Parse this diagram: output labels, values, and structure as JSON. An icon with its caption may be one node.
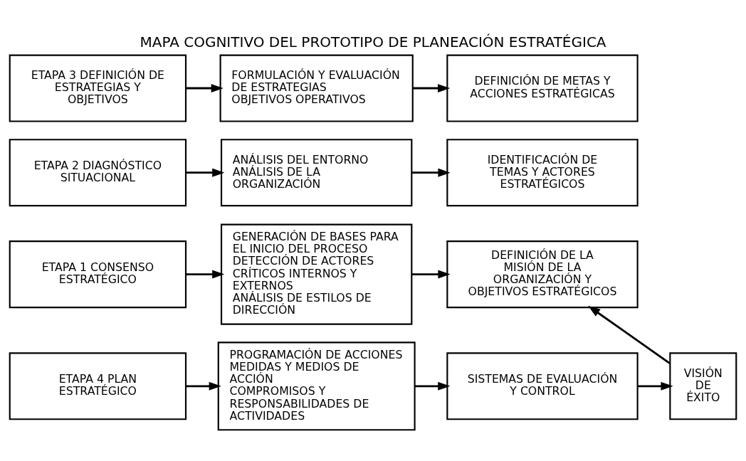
{
  "diagram": {
    "title": "MAPA COGNITIVO DEL PROTOTIPO DE PLANEACIÓN ESTRATÉGICA",
    "nodes": [
      {
        "text": [
          "ETAPA 1 CONSENSO ESTRATÉGICO"
        ]
      },
      {
        "text": [
          "GENERACIÓN DE BASES PARA EL INICIO DEL PROCESO",
          "DETECCIÓN DE ACTORES CRÍTICOS INTERNOS Y EXTERNOS",
          "ANÁLISIS DE ESTILOS DE DIRECCIÓN"
        ]
      },
      {
        "text": [
          "DEFINICIÓN DE LA MISIÓN DE LA ORGANIZACIÓN Y OBJETIVOS ESTRATÉGICOS"
        ]
      },
      {
        "text": [
          "ETAPA 2 DIAGNÓSTICO SITUACIONAL"
        ]
      },
      {
        "text": [
          "ANÁLISIS DEL ENTORNO",
          "ANÁLISIS DE LA ORGANIZACIÓN"
        ]
      },
      {
        "text": [
          "IDENTIFICACIÓN DE TEMAS Y ACTORES ESTRATÉGICOS"
        ]
      },
      {
        "text": [
          "ETAPA 3 DEFINICIÓN DE ESTRATEGIAS Y OBJETIVOS"
        ]
      },
      {
        "text": [
          "FORMULACIÓN Y EVALUACIÓN DE ESTRATEGIAS",
          "OBJETIVOS OPERATIVOS"
        ]
      },
      {
        "text": [
          "DEFINICIÓN DE METAS Y ACCIONES ESTRATÉGICAS"
        ]
      },
      {
        "text": [
          "ETAPA 4 PLAN ESTRATÉGICO"
        ]
      },
      {
        "text": [
          "PROGRAMACIÓN DE ACCIONES",
          "MEDIDAS Y MEDIOS DE ACCIÓN",
          "COMPROMISOS Y RESPONSABILIDADES DE ACTIVIDADES"
        ]
      },
      {
        "text": [
          "SISTEMAS DE EVALUACIÓN Y CONTROL"
        ]
      },
      {
        "text": [
          "VISIÓN DE ÉXITO"
        ]
      }
    ],
    "edges": [
      {
        "from": 0,
        "to": 1,
        "arrow": "to"
      },
      {
        "from": 1,
        "to": 2,
        "arrow": "to"
      },
      {
        "from": 3,
        "to": 4,
        "arrow": "to"
      },
      {
        "from": 4,
        "to": 5,
        "arrow": "to"
      },
      {
        "from": 6,
        "to": 7,
        "arrow": "to"
      },
      {
        "from": 7,
        "to": 8,
        "arrow": "to"
      },
      {
        "from": 9,
        "to": 10,
        "arrow": "to"
      },
      {
        "from": 10,
        "to": 11,
        "arrow": "to"
      },
      {
        "from": 11,
        "to": 12,
        "arrow": "to"
      },
      {
        "from": 12,
        "to": 2,
        "arrow": "to"
      }
    ]
  }
}
